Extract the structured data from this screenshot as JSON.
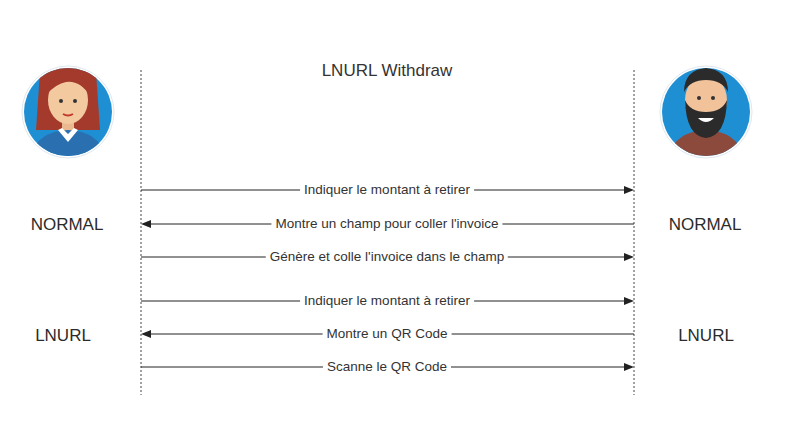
{
  "diagram": {
    "title": "LNURL Withdraw",
    "labels": [
      "Indiquer le montant à retirer",
      "NORMAL",
      "Montre un champ pour coller l'invoice",
      "NORMAL",
      "Génère et colle l'invoice dans le champ",
      "Indiquer le montant à retirer",
      "LNURL",
      "Montre un QR Code",
      "LNURL",
      "Scanne le QR Code"
    ]
  }
}
